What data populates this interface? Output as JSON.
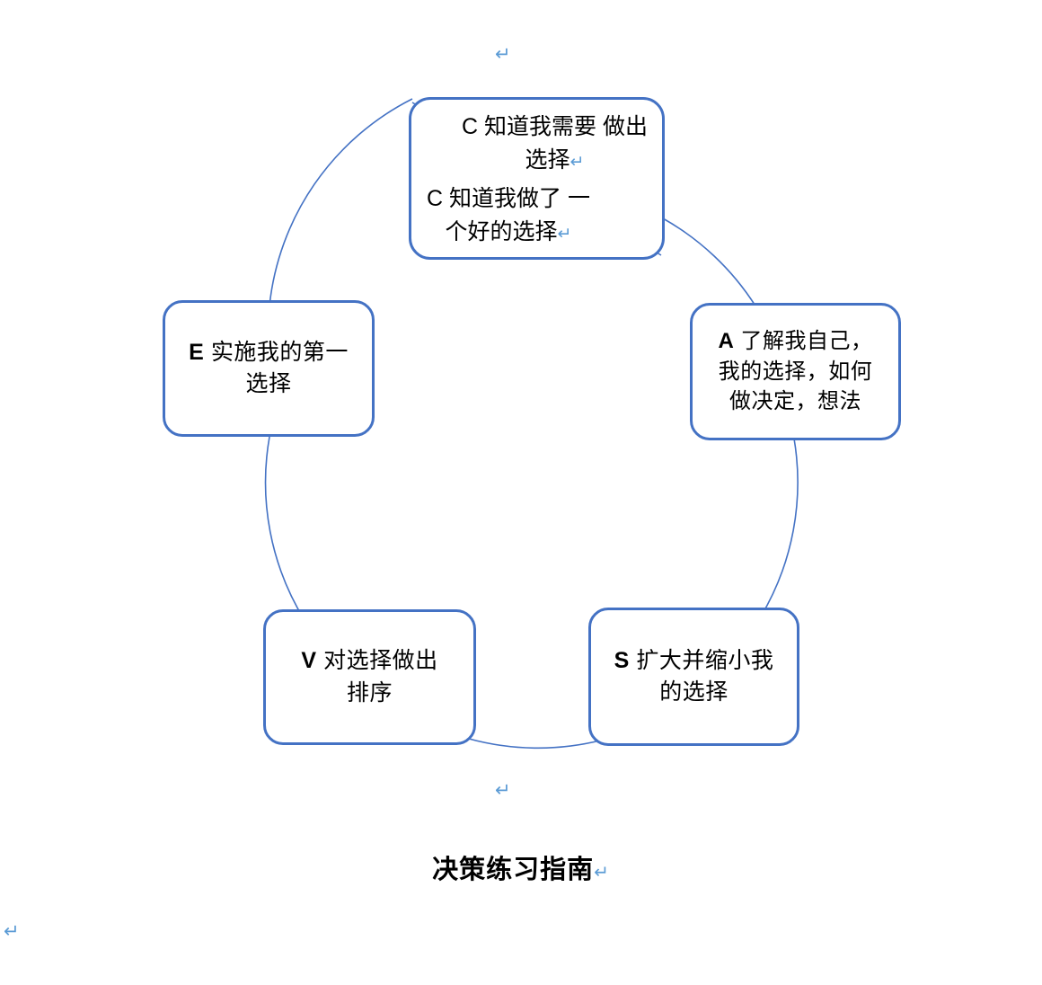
{
  "document": {
    "caption": "决策练习指南",
    "return_mark": "↵",
    "background": "#ffffff",
    "accent_color": "#4472C4",
    "mark_color": "#5B9BD5"
  },
  "diagram": {
    "type": "cycle",
    "node_count": 5,
    "nodes": [
      {
        "id": "top",
        "position": "top",
        "split": true,
        "upper": {
          "tag": "C",
          "text": "知道我需要\n做出选择"
        },
        "lower": {
          "tag": "C",
          "text": "知道我做了\n一个好的选择"
        }
      },
      {
        "id": "right",
        "position": "right",
        "split": false,
        "tag": "A",
        "text": "了解我自己，\n我的选择，如何\n做决定，想法"
      },
      {
        "id": "bottom-right",
        "position": "bottom-right",
        "split": false,
        "tag": "S",
        "text": "扩大并缩小我\n的选择"
      },
      {
        "id": "bottom-left",
        "position": "bottom-left",
        "split": false,
        "tag": "V",
        "text": "对选择做出\n排序"
      },
      {
        "id": "left",
        "position": "left",
        "split": false,
        "tag": "E",
        "text": "实施我的第一\n选择"
      }
    ]
  },
  "marks": {
    "top": "↵",
    "bottom": "↵",
    "last": "↵",
    "inline_upper_1": "↵",
    "inline_lower_1": "↵",
    "inline_lower_2": "↵",
    "caption": "↵"
  }
}
